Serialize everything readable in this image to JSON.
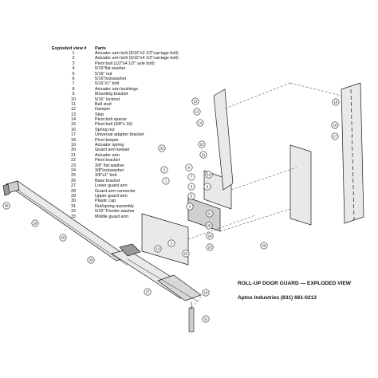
{
  "parts_table": {
    "header_number": "Exploded view #",
    "header_name": "Parts",
    "rows": [
      {
        "number": "1",
        "name": "Actuator arm bolt (5/16\"x3 1/2\"carriage bolt)"
      },
      {
        "number": "2",
        "name": "Actuator arm bolt (5/16\"x4 1/2\"carriage bolt)"
      },
      {
        "number": "3",
        "name": "Pivot bolt (1/2\"x4 1/2\" axle bolt)"
      },
      {
        "number": "4",
        "name": "5/16\"flat washer"
      },
      {
        "number": "5",
        "name": "5/16\" nut"
      },
      {
        "number": "6",
        "name": "5/16\"lockwasher"
      },
      {
        "number": "7",
        "name": "5/16\"x1\" bolt"
      },
      {
        "number": "8",
        "name": "Actuator arm bushings"
      },
      {
        "number": "9",
        "name": "Mounting bracket"
      },
      {
        "number": "10",
        "name": "5/16\" locknut"
      },
      {
        "number": "11",
        "name": "Ball stud"
      },
      {
        "number": "12",
        "name": "Damper"
      },
      {
        "number": "13",
        "name": "Stop"
      },
      {
        "number": "14",
        "name": "Pivot bolt spacer"
      },
      {
        "number": "15",
        "name": "Pivot bolt (3/8\"x 16)"
      },
      {
        "number": "16",
        "name": "Spring nut"
      },
      {
        "number": "17",
        "name": "Universal adapter bracket"
      },
      {
        "number": "18",
        "name": "Pivot keeper"
      },
      {
        "number": "19",
        "name": "Actuator spring"
      },
      {
        "number": "20",
        "name": "Guard arm keeper"
      },
      {
        "number": "21",
        "name": "Actuator arm"
      },
      {
        "number": "22",
        "name": "Pivot bracket"
      },
      {
        "number": "23",
        "name": "3/8\" flat washer"
      },
      {
        "number": "24",
        "name": "3/8\"lockwasher"
      },
      {
        "number": "25",
        "name": "3/8\"x1\" bolt"
      },
      {
        "number": "26",
        "name": "Base bracket"
      },
      {
        "number": "27",
        "name": "Lower guard arm"
      },
      {
        "number": "28",
        "name": "Guard arm connector"
      },
      {
        "number": "29",
        "name": "Upper guard arm"
      },
      {
        "number": "30",
        "name": "Plastic cap"
      },
      {
        "number": "31",
        "name": "Nut/spring assembly"
      },
      {
        "number": "32",
        "name": "5/16\"  Fender washer"
      },
      {
        "number": "33",
        "name": "Middle guard arm"
      }
    ]
  },
  "diagram_title": "ROLL-UP DOOR GUARD — EXPLODED VIEW",
  "company_line": "Aptos Industries (831) 661-0213",
  "callouts": [
    "30",
    "29",
    "28",
    "33",
    "27",
    "13",
    "3",
    "20",
    "31",
    "19",
    "18",
    "17",
    "16",
    "15",
    "12",
    "14",
    "22",
    "11",
    "10",
    "9",
    "8",
    "7",
    "6",
    "5",
    "4",
    "2",
    "1",
    "21",
    "25",
    "24",
    "23",
    "26",
    "32"
  ],
  "colors": {
    "line": "#1a1a1a",
    "dash": "#333333",
    "fill_light": "#e9e9e9",
    "fill_mid": "#cfcfcf",
    "fill_dark": "#9a9a9a"
  }
}
